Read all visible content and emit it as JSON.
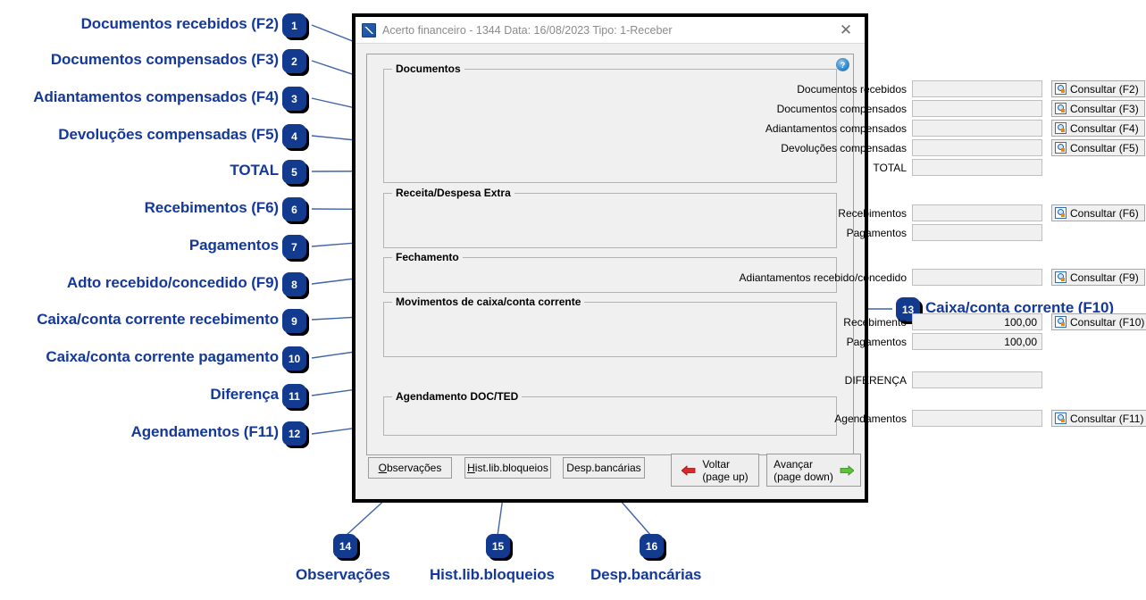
{
  "window": {
    "title": "Acerto financeiro - 1344 Data: 16/08/2023 Tipo: 1-Receber",
    "icon": "app-icon",
    "close_label": "✕",
    "help_label": "?"
  },
  "groups": {
    "documentos": {
      "title": "Documentos",
      "rows": [
        {
          "label": "Documentos recebidos",
          "value": "",
          "button": "Consultar (F2)"
        },
        {
          "label": "Documentos compensados",
          "value": "",
          "button": "Consultar (F3)"
        },
        {
          "label": "Adiantamentos compensados",
          "value": "",
          "button": "Consultar (F4)"
        },
        {
          "label": "Devoluções compensadas",
          "value": "",
          "button": "Consultar (F5)"
        },
        {
          "label": "TOTAL",
          "value": "",
          "button": ""
        }
      ]
    },
    "receita_despesa": {
      "title": "Receita/Despesa Extra",
      "rows": [
        {
          "label": "Recebimentos",
          "value": "",
          "button": "Consultar (F6)"
        },
        {
          "label": "Pagamentos",
          "value": "",
          "button": ""
        }
      ]
    },
    "fechamento": {
      "title": "Fechamento",
      "rows": [
        {
          "label": "Adiantamentos recebido/concedido",
          "value": "",
          "button": "Consultar (F9)"
        }
      ]
    },
    "movimentos": {
      "title": "Movimentos de caixa/conta corrente",
      "rows": [
        {
          "label": "Recebimento",
          "value": "100,00",
          "button": "Consultar (F10)"
        },
        {
          "label": "Pagamentos",
          "value": "100,00",
          "button": ""
        }
      ]
    },
    "diferenca": {
      "rows": [
        {
          "label": "DIFERENÇA",
          "value": "",
          "button": ""
        }
      ]
    },
    "agendamento": {
      "title": "Agendamento DOC/TED",
      "rows": [
        {
          "label": "Agendamentos",
          "value": "",
          "button": "Consultar (F11)"
        }
      ]
    }
  },
  "buttons": {
    "observacoes": {
      "mnemonic": "O",
      "rest": "bservações"
    },
    "hist": {
      "mnemonic": "H",
      "rest": "ist.lib.bloqueios"
    },
    "desp": {
      "mnemonic": "",
      "rest": "Desp.bancárias"
    },
    "voltar": {
      "mnemonic": "V",
      "rest": "oltar",
      "sub": "(page up)"
    },
    "avancar": {
      "mnemonic": "A",
      "rest": "vançar",
      "sub": "(page down)"
    }
  },
  "annotations": [
    {
      "n": "1",
      "text": "Documentos recebidos (F2)"
    },
    {
      "n": "2",
      "text": "Documentos compensados (F3)"
    },
    {
      "n": "3",
      "text": "Adiantamentos compensados (F4)"
    },
    {
      "n": "4",
      "text": "Devoluções compensadas (F5)"
    },
    {
      "n": "5",
      "text": "TOTAL"
    },
    {
      "n": "6",
      "text": "Recebimentos (F6)"
    },
    {
      "n": "7",
      "text": "Pagamentos"
    },
    {
      "n": "8",
      "text": "Adto recebido/concedido (F9)"
    },
    {
      "n": "9",
      "text": "Caixa/conta corrente recebimento"
    },
    {
      "n": "10",
      "text": "Caixa/conta corrente pagamento"
    },
    {
      "n": "11",
      "text": "Diferença"
    },
    {
      "n": "12",
      "text": "Agendamentos (F11)"
    },
    {
      "n": "13",
      "text": "Caixa/conta corrente (F10)"
    },
    {
      "n": "14",
      "text": "Observações"
    },
    {
      "n": "15",
      "text": "Hist.lib.bloqueios"
    },
    {
      "n": "16",
      "text": "Desp.bancárias"
    }
  ],
  "colors": {
    "annotation_text": "#15399a",
    "badge_fill": "#123a8f",
    "leader_line": "#3f63ab",
    "dialog_border": "#000000",
    "dialog_bg": "#f0f0f0",
    "arrow_back": "#d82a2a",
    "arrow_forward": "#5cc23a"
  }
}
